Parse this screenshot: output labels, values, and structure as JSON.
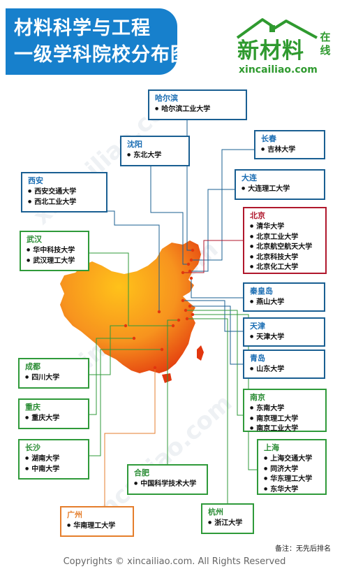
{
  "title": {
    "line1": "材料科学与工程",
    "line2": "一级学科院校分布图"
  },
  "logo": {
    "main": "新材料",
    "side": "在线",
    "url": "xincailiao.com"
  },
  "watermark_text": "xincailiao.com",
  "cities": [
    {
      "id": "harbin",
      "city": "哈尔滨",
      "schools": [
        "哈尔滨工业大学"
      ]
    },
    {
      "id": "shenyang",
      "city": "沈阳",
      "schools": [
        "东北大学"
      ]
    },
    {
      "id": "changchun",
      "city": "长春",
      "schools": [
        "吉林大学"
      ]
    },
    {
      "id": "xian",
      "city": "西安",
      "schools": [
        "西安交通大学",
        "西北工业大学"
      ]
    },
    {
      "id": "dalian",
      "city": "大连",
      "schools": [
        "大连理工大学"
      ]
    },
    {
      "id": "beijing",
      "city": "北京",
      "schools": [
        "清华大学",
        "北京工业大学",
        "北京航空航天大学",
        "北京科技大学",
        "北京化工大学"
      ]
    },
    {
      "id": "wuhan",
      "city": "武汉",
      "schools": [
        "华中科技大学",
        "武汉理工大学"
      ]
    },
    {
      "id": "qinhuangdao",
      "city": "秦皇岛",
      "schools": [
        "燕山大学"
      ]
    },
    {
      "id": "tianjin",
      "city": "天津",
      "schools": [
        "天津大学"
      ]
    },
    {
      "id": "qingdao",
      "city": "青岛",
      "schools": [
        "山东大学"
      ]
    },
    {
      "id": "chengdu",
      "city": "成都",
      "schools": [
        "四川大学"
      ]
    },
    {
      "id": "nanjing",
      "city": "南京",
      "schools": [
        "东南大学",
        "南京理工大学",
        "南京工业大学"
      ]
    },
    {
      "id": "chongqing",
      "city": "重庆",
      "schools": [
        "重庆大学"
      ]
    },
    {
      "id": "shanghai",
      "city": "上海",
      "schools": [
        "上海交通大学",
        "同济大学",
        "华东理工大学",
        "东华大学"
      ]
    },
    {
      "id": "changsha",
      "city": "长沙",
      "schools": [
        "湖南大学",
        "中南大学"
      ]
    },
    {
      "id": "hefei",
      "city": "合肥",
      "schools": [
        "中国科学技术大学"
      ]
    },
    {
      "id": "guangzhou",
      "city": "广州",
      "schools": [
        "华南理工大学"
      ]
    },
    {
      "id": "hangzhou",
      "city": "杭州",
      "schools": [
        "浙江大学"
      ]
    }
  ],
  "colors": {
    "title_bg": "#1780cc",
    "logo_green": "#2f9a2f",
    "blue_border": "#1a5f92",
    "green_border": "#2f9a3a",
    "red_border": "#b0172c",
    "orange_border": "#e57e2c",
    "map_light": "#ffc21a",
    "map_dark": "#e2360e"
  },
  "footnote": "备注：无先后排名",
  "copyright": "Copyrights © xincailiao.com. All Rights Reserved"
}
